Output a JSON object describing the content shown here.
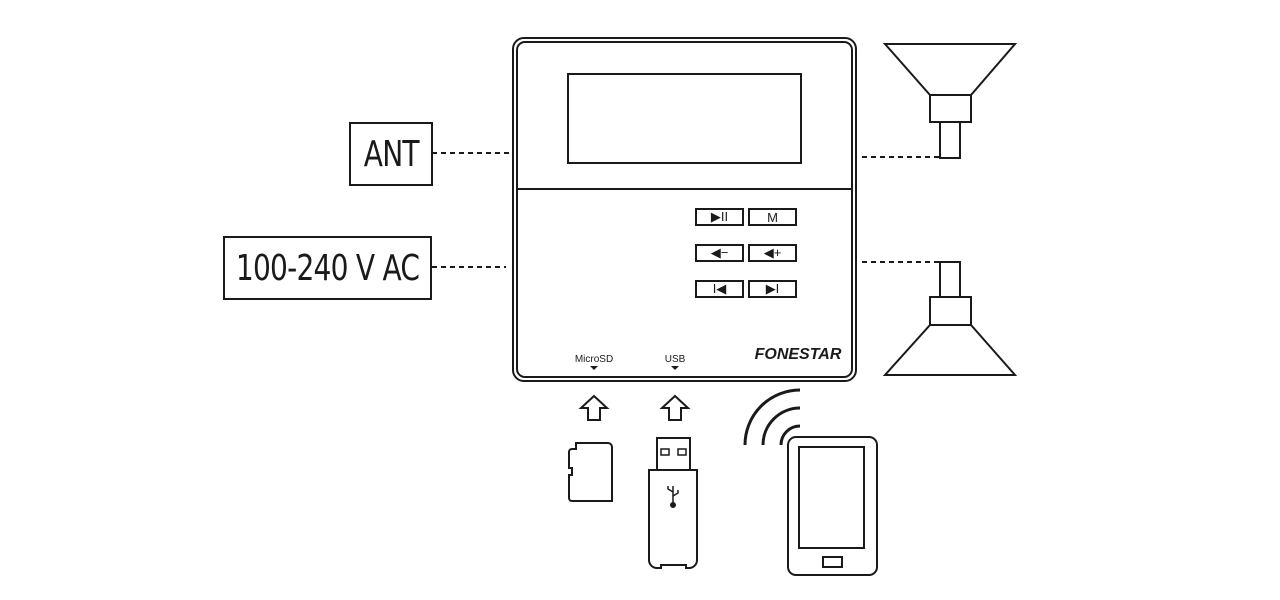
{
  "labels": {
    "antenna": "ANT",
    "power": "100-240 V AC",
    "microsd": "MicroSD",
    "usb": "USB",
    "brand": "FONESTAR"
  },
  "buttons": {
    "play_pause": "▶II",
    "mode": "M",
    "vol_down": "◀−",
    "vol_up": "◀+",
    "prev": "I◀",
    "next": "▶I"
  },
  "colors": {
    "line": "#1a1a1a",
    "background": "#ffffff"
  }
}
